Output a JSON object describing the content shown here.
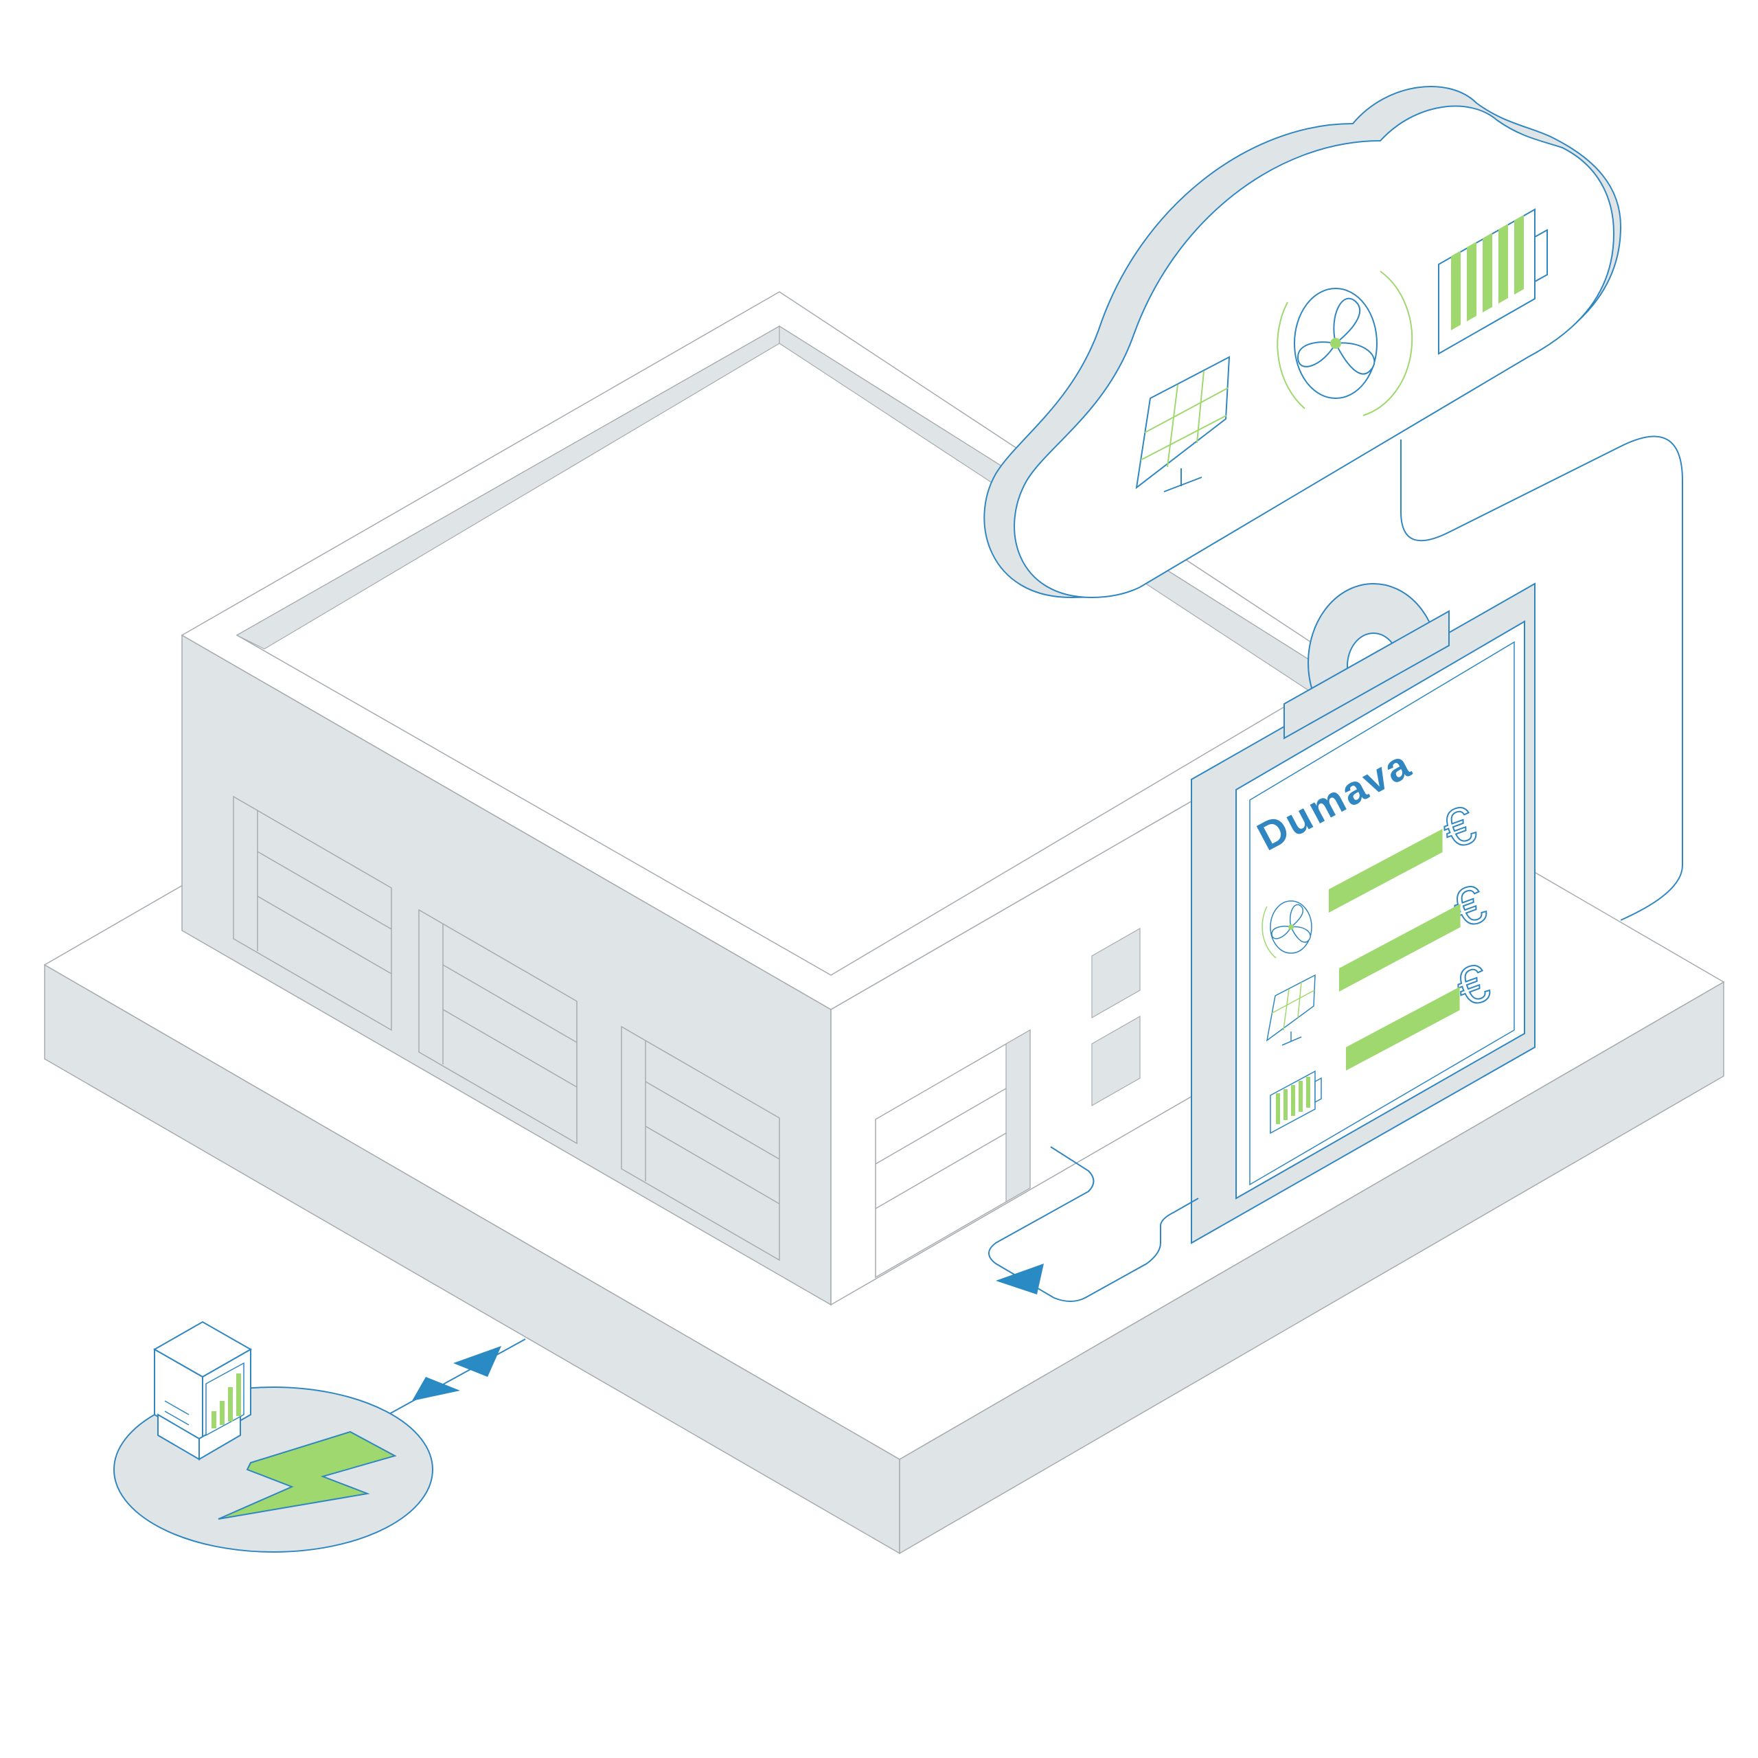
{
  "panel": {
    "brand": "Dumava",
    "rows": [
      {
        "icon": "fan-icon",
        "level": 0.75
      },
      {
        "icon": "solar-panel-icon",
        "level": 0.8
      },
      {
        "icon": "battery-icon",
        "level": 0.75
      }
    ],
    "currency_symbol": "€"
  },
  "cloud": {
    "icons": [
      "solar-panel-icon",
      "fan-icon",
      "battery-icon"
    ],
    "battery_level_bars": 5
  },
  "meter": {
    "icon": "bar-chart-icon",
    "bolt_icon": "lightning-bolt-icon"
  },
  "colors": {
    "outline_blue": "#2f86c0",
    "accent_green": "#9fd86f",
    "surface_gray": "#dfe4e7",
    "line_gray": "#a5abb0",
    "arrow_blue": "#2a8ac4"
  }
}
